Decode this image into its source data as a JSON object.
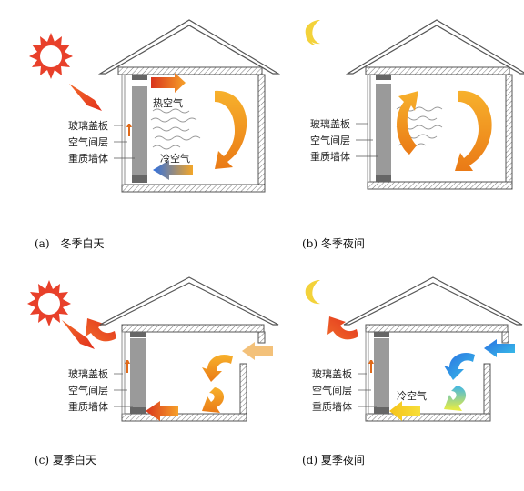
{
  "panels": [
    {
      "id": "a",
      "caption": "(a)　冬季白天",
      "celestial": "sun",
      "labels": {
        "glass": "玻璃盖板",
        "air_layer": "空气间层",
        "wall": "重质墙体"
      },
      "air_labels": [
        "热空气",
        "冷空气"
      ]
    },
    {
      "id": "b",
      "caption": "(b) 冬季夜间",
      "celestial": "moon",
      "labels": {
        "glass": "玻璃盖板",
        "air_layer": "空气间层",
        "wall": "重质墙体"
      },
      "air_labels": []
    },
    {
      "id": "c",
      "caption": "(c) 夏季白天",
      "celestial": "sun",
      "labels": {
        "glass": "玻璃盖板",
        "air_layer": "空气间层",
        "wall": "重质墙体"
      },
      "air_labels": []
    },
    {
      "id": "d",
      "caption": "(d) 夏季夜间",
      "celestial": "moon",
      "labels": {
        "glass": "玻璃盖板",
        "air_layer": "空气间层",
        "wall": "重质墙体"
      },
      "air_labels": [
        "冷空气"
      ]
    }
  ],
  "colors": {
    "sun": "#e8402a",
    "moon": "#f3d23a",
    "warm_arrow": "#f29a1f",
    "hot_arrow": "#e2451f",
    "cool_arrow": "#2f8fe0",
    "wall": "#9a9a9a"
  }
}
